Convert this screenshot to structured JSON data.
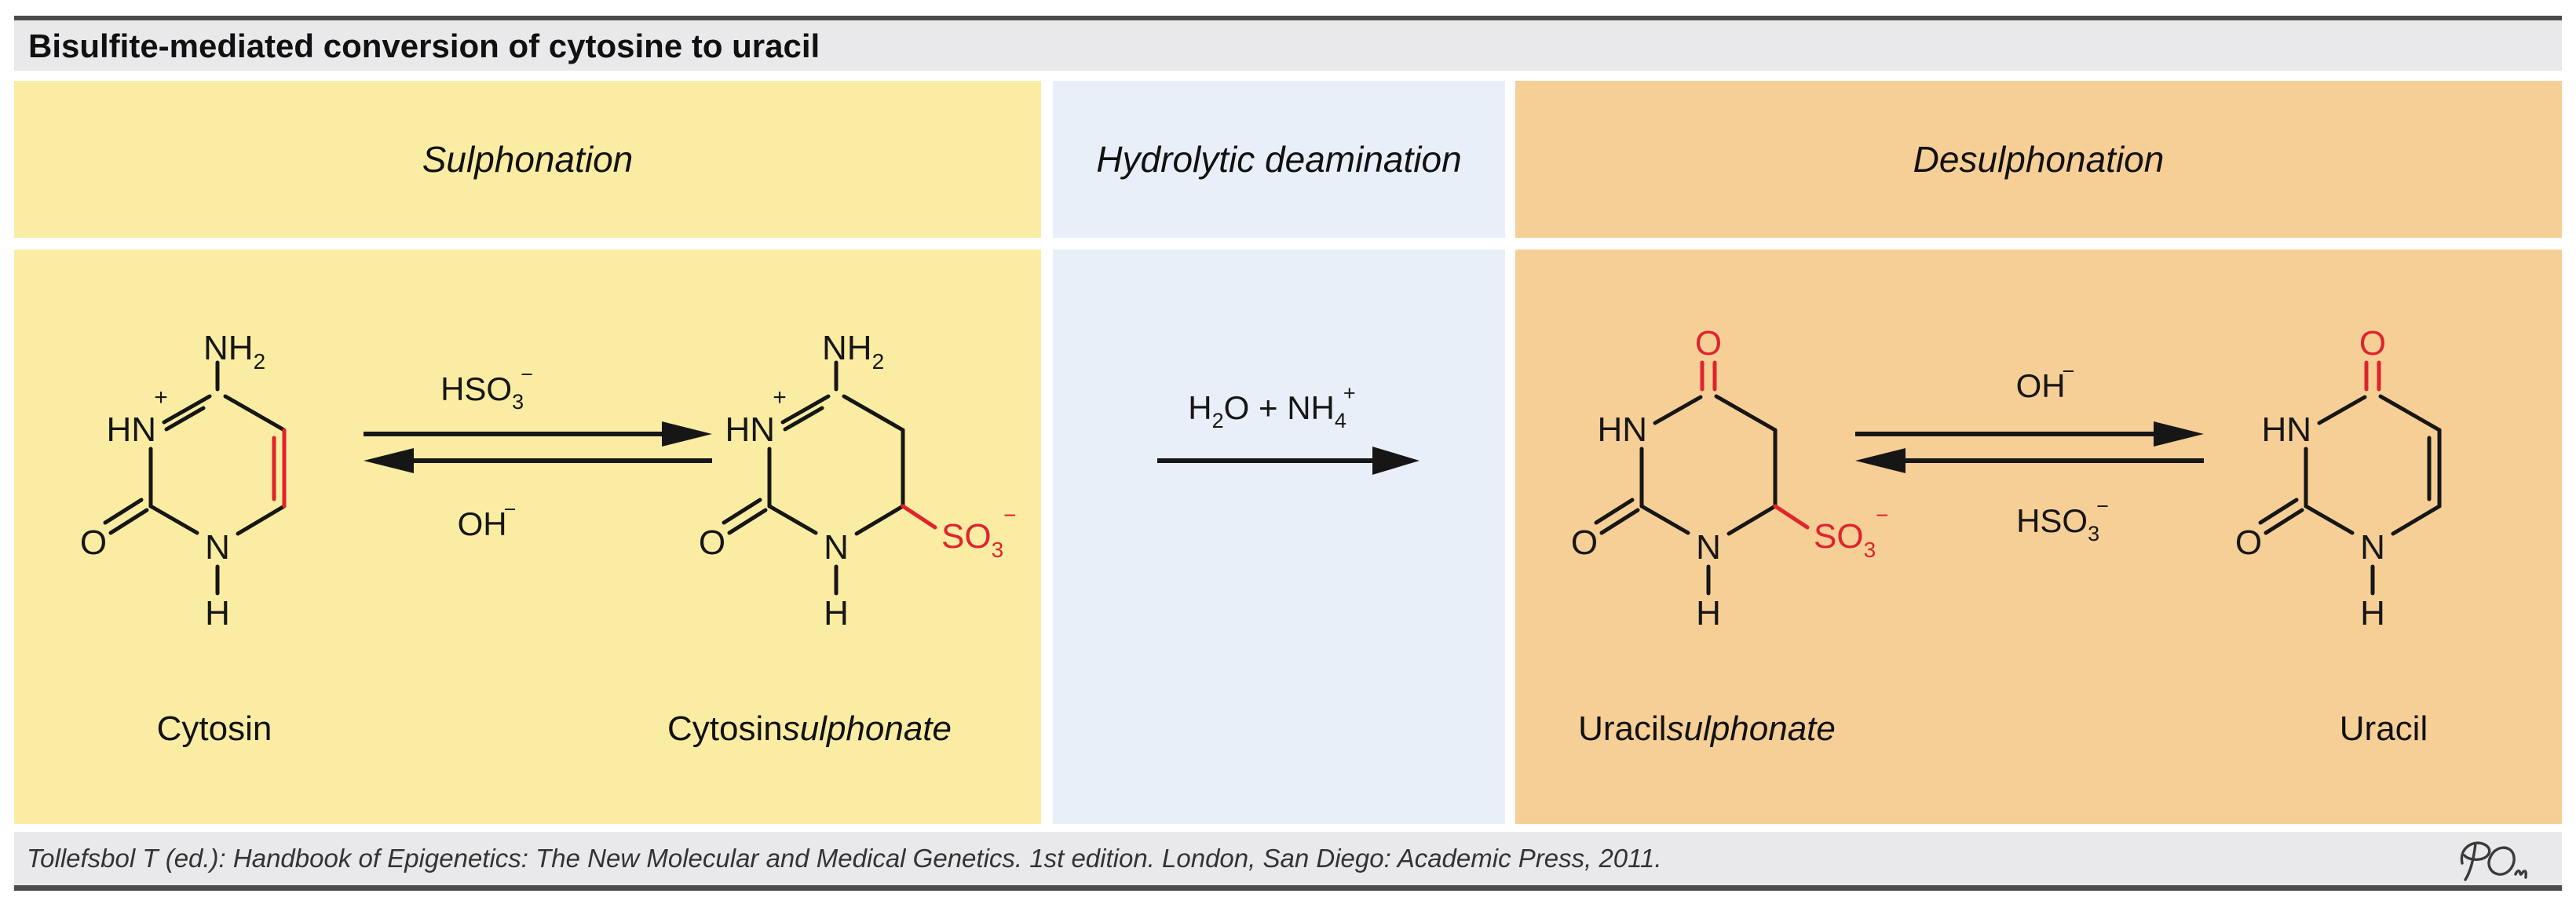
{
  "figure": {
    "title": "Bisulfite-mediated conversion of cytosine to uracil",
    "citation": "Tollefsbol T (ed.): Handbook of Epigenetics: The New Molecular and Medical Genetics. 1st edition. London, San Diego: Academic Press, 2011.",
    "mark_icon": "publisher-signature-icon",
    "colors": {
      "sulphonation_bg": "#FAEDA3",
      "deamination_bg": "#E9EFF8",
      "desulphonation_bg": "#F6CF97",
      "band_gray": "#E9E9EC",
      "rule_gray": "#4b4b4b",
      "bond_black": "#161616",
      "highlight_red": "#E0232D"
    }
  },
  "panels": {
    "sulphonation": {
      "label": "Sulphonation"
    },
    "deamination": {
      "label": "Hydrolytic deamination"
    },
    "desulphonation": {
      "label": "Desulphonation"
    }
  },
  "molecules": {
    "cytosine": {
      "name_base": "Cytosin",
      "atoms": {
        "amine_base": "NH",
        "amine_sub": "2",
        "plus": "+",
        "ring_hn": "HN",
        "keto_o": "O",
        "ring_n": "N",
        "ring_h": "H"
      }
    },
    "cytosinsulphonate": {
      "name_base": "Cytosin",
      "name_italic": "sulphonate",
      "atoms": {
        "amine_base": "NH",
        "amine_sub": "2",
        "plus": "+",
        "ring_hn": "HN",
        "keto_o": "O",
        "ring_n": "N",
        "ring_h": "H",
        "sulpho_base": "SO",
        "sulpho_sub": "3",
        "sulpho_sup": "−"
      }
    },
    "uracilsulphonate": {
      "name_base": "Uracil",
      "name_italic": "sulphonate",
      "atoms": {
        "top_o": "O",
        "ring_hn": "HN",
        "keto_o": "O",
        "ring_n": "N",
        "ring_h": "H",
        "sulpho_base": "SO",
        "sulpho_sub": "3",
        "sulpho_sup": "−"
      }
    },
    "uracil": {
      "name_base": "Uracil",
      "atoms": {
        "top_o": "O",
        "ring_hn": "HN",
        "keto_o": "O",
        "ring_n": "N",
        "ring_h": "H"
      }
    }
  },
  "reactions": {
    "sulphonation_eq": {
      "forward": {
        "base": "HSO",
        "sub": "3",
        "sup": "−"
      },
      "reverse": {
        "base": "OH",
        "sup": "−"
      }
    },
    "deamination": {
      "p1": "H",
      "s1": "2",
      "p2": "O + NH",
      "s2": "4",
      "sup": "+"
    },
    "desulphonation_eq": {
      "forward": {
        "base": "OH",
        "sup": "−"
      },
      "reverse": {
        "base": "HSO",
        "sub": "3",
        "sup": "−"
      }
    }
  }
}
